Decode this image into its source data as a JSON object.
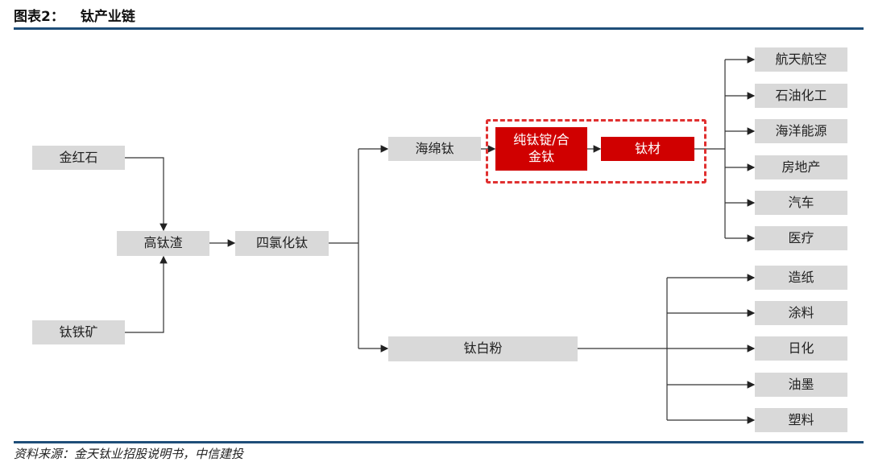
{
  "header": {
    "figure_label": "图表2：",
    "title": "钛产业链"
  },
  "nodes": {
    "rutile": "金红石",
    "ilmenite": "钛铁矿",
    "high_ti_slag": "高钛渣",
    "ticl4": "四氯化钛",
    "sponge_ti": "海绵钛",
    "ingot": "纯钛锭/合\n金钛",
    "ti_material": "钛材",
    "ti_dioxide": "钛白粉"
  },
  "ti_material_uses": [
    "航天航空",
    "石油化工",
    "海洋能源",
    "房地产",
    "汽车",
    "医疗"
  ],
  "ti_dioxide_uses": [
    "造纸",
    "涂料",
    "日化",
    "油墨",
    "塑料"
  ],
  "footer": {
    "source": "资料来源：金天钛业招股说明书，中信建投"
  },
  "colors": {
    "accent": "#1f4e79",
    "highlight": "#d00000",
    "box": "#d9d9d9"
  }
}
